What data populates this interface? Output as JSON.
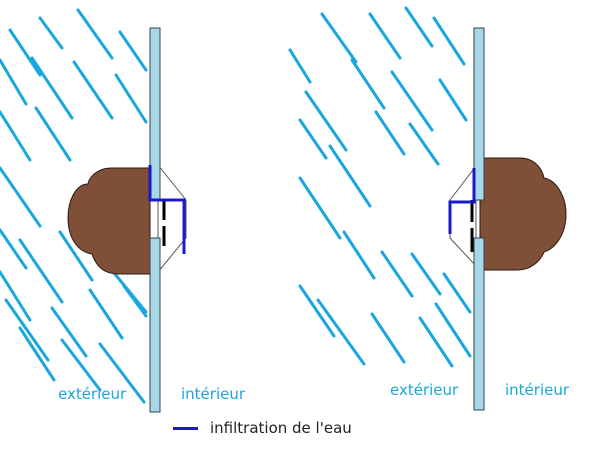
{
  "colors": {
    "rain": "#1aa7dd",
    "glass_fill": "#a8d8e8",
    "glass_stroke": "#33424c",
    "handle": "#7f4f37",
    "handle_stroke": "#2a1a12",
    "infiltration": "#1a1acc",
    "label": "#1aa7dd",
    "legend_text": "#222222",
    "black_bar": "#000000"
  },
  "left_panel": {
    "exterior_label": "extérieur",
    "interior_label": "intérieur",
    "handle_side": "left"
  },
  "right_panel": {
    "exterior_label": "extérieur",
    "interior_label": "intérieur",
    "handle_side": "right"
  },
  "legend": {
    "text": "infiltration de l'eau"
  }
}
